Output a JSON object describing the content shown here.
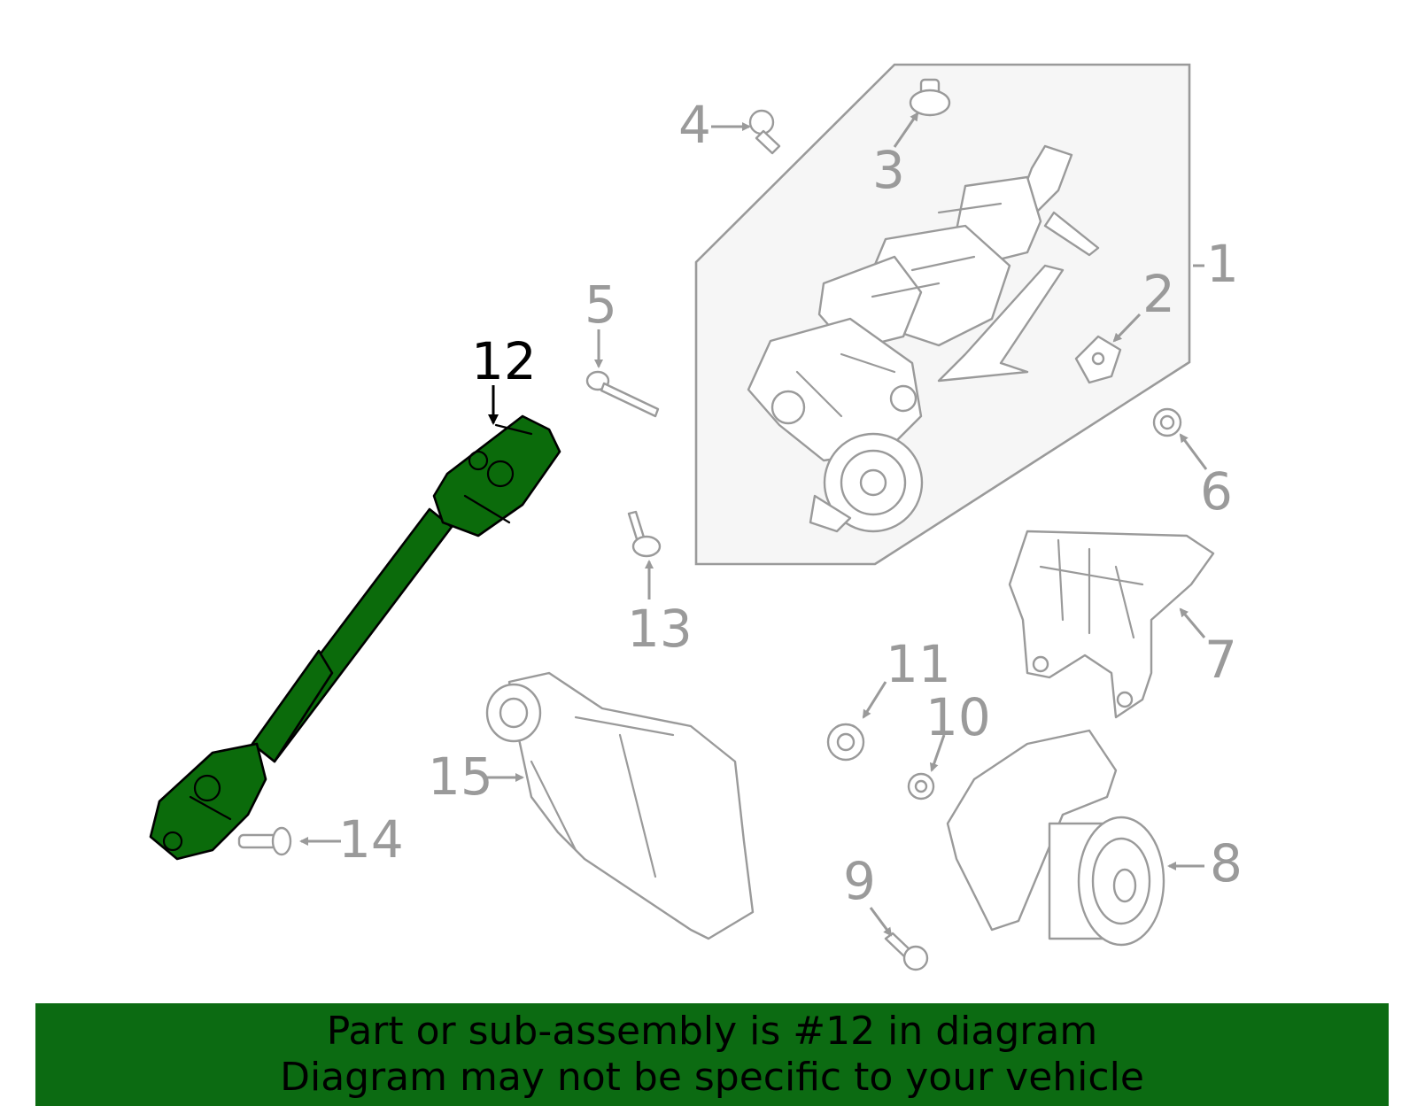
{
  "banner": {
    "line1": "Part or sub-assembly is #12 in diagram",
    "line2": "Diagram may not be specific to your vehicle"
  },
  "callouts": {
    "c1": "1",
    "c2": "2",
    "c3": "3",
    "c4": "4",
    "c5": "5",
    "c6": "6",
    "c7": "7",
    "c8": "8",
    "c9": "9",
    "c10": "10",
    "c11": "11",
    "c12": "12",
    "c13": "13",
    "c14": "14",
    "c15": "15"
  },
  "highlighted_part": "12",
  "colors": {
    "highlight_fill": "#0b6b0b",
    "banner_bg": "#0c6b12",
    "line_gray": "#9a9a9a",
    "assembly_box": "#f6f6f6"
  }
}
